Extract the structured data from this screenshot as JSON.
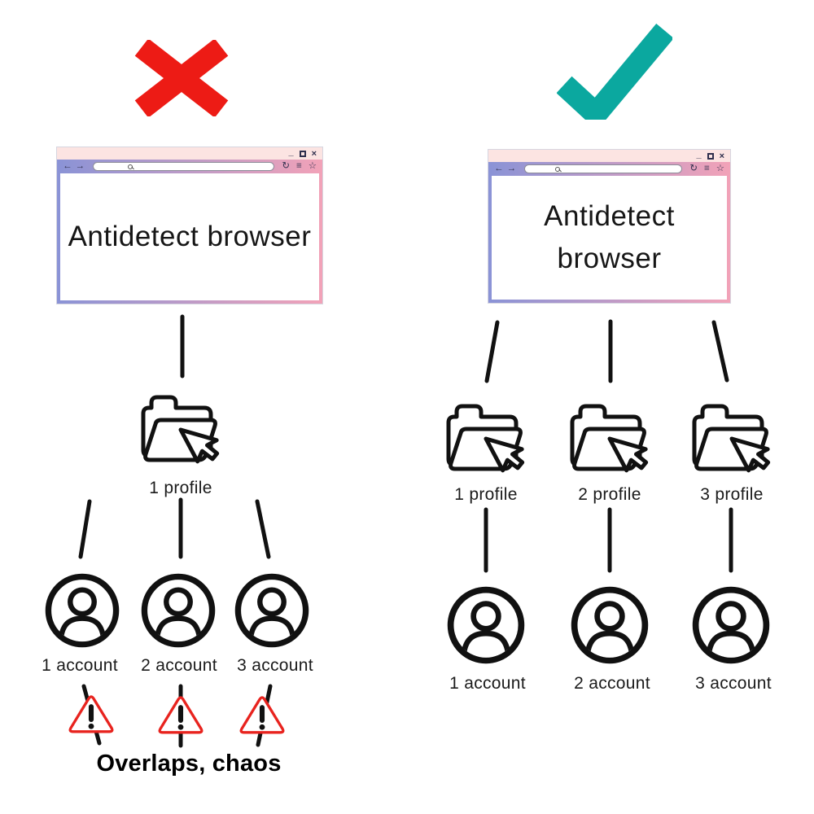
{
  "browser_chrome": {
    "back": "←",
    "forward": "→",
    "refresh": "↻",
    "menu": "≡",
    "star": "☆",
    "minimize": "_",
    "close": "×"
  },
  "left": {
    "verdict": "wrong",
    "browser": {
      "title": "Antidetect browser"
    },
    "profile": {
      "label": "1 profile"
    },
    "accounts": [
      {
        "label": "1 account"
      },
      {
        "label": "2 account"
      },
      {
        "label": "3 account"
      }
    ],
    "caption": "Overlaps, chaos"
  },
  "right": {
    "verdict": "correct",
    "browser": {
      "title": "Antidetect browser"
    },
    "profiles": [
      {
        "label": "1 profile"
      },
      {
        "label": "2 profile"
      },
      {
        "label": "3 profile"
      }
    ],
    "accounts": [
      {
        "label": "1 account"
      },
      {
        "label": "2 account"
      },
      {
        "label": "3 account"
      }
    ]
  },
  "colors": {
    "x_mark_red": "#ed1b15",
    "check_teal": "#0ba89f",
    "warning_red": "#e8231e",
    "titlebar_pink": "#fce4e2",
    "toolbar_gradient_start": "#8a93d6",
    "toolbar_gradient_end": "#f2a2b8",
    "chrome_icon_navy": "#2f2f4d",
    "line_black": "#111111"
  }
}
